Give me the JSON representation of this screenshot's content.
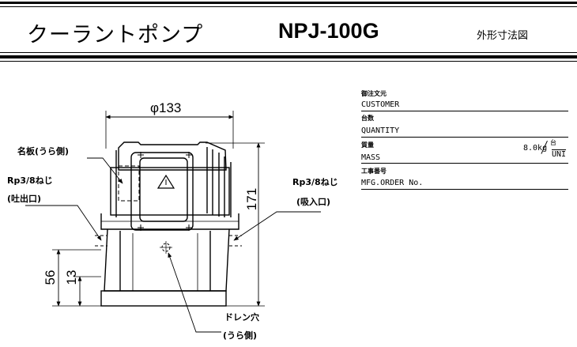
{
  "header": {
    "title_jp": "クーラントポンプ",
    "model": "NPJ-100G",
    "drawing_type": "外形寸法図"
  },
  "info_block": {
    "order_jp": "御注文元",
    "order_en": "CUSTOMER",
    "qty_jp": "台数",
    "qty_en": "QUANTITY",
    "mass_jp": "質量",
    "mass_en": "MASS",
    "mass_value": "8.0kg",
    "mass_per_top": "台",
    "mass_per_bottom": "UNI",
    "mfg_jp": "工事番号",
    "mfg_en": "MFG.ORDER No."
  },
  "drawing": {
    "dim_width": "φ133",
    "dim_height": "171",
    "dim_56": "56",
    "dim_13": "13",
    "label_nameplate": "名板(うら側)",
    "label_outlet_thread": "Rp3/8ねじ",
    "label_outlet": "(吐出口)",
    "label_inlet_thread": "Rp3/8ねじ",
    "label_inlet": "(吸入口)",
    "label_drain": "ドレン穴",
    "label_drain_side": "(うら側)"
  }
}
